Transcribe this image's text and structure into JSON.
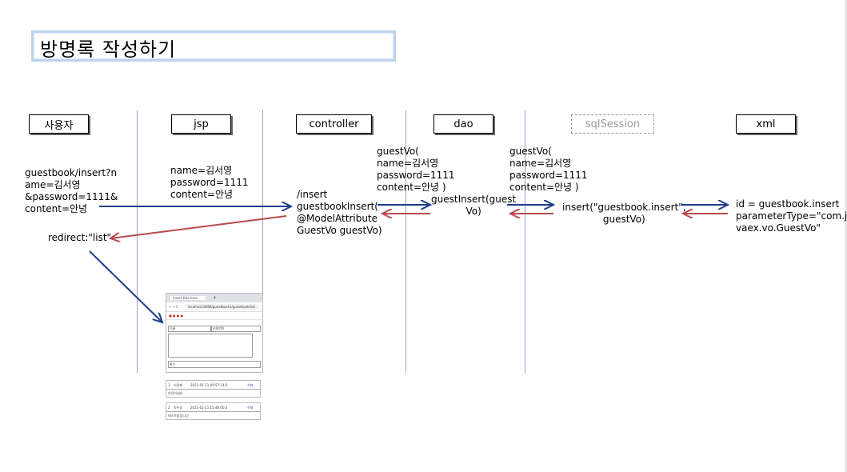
{
  "title": "방명록 작성하기",
  "lanes": [
    {
      "id": "user",
      "label": "사용자"
    },
    {
      "id": "jsp",
      "label": "jsp"
    },
    {
      "id": "controller",
      "label": "controller"
    },
    {
      "id": "dao",
      "label": "dao"
    },
    {
      "id": "sqlSession",
      "label": "sqlSession"
    },
    {
      "id": "xml",
      "label": "xml"
    }
  ],
  "labels": {
    "user_request": "guestbook/insert?n\name=김서영\n&password=1111&\ncontent=안녕",
    "jsp_params": "name=김서영\npassword=1111\ncontent=안녕",
    "controller_method": "/insert\nguestbookInsert(\n@ModelAttribute\nGuestVo guestVo)",
    "vo_to_dao": "guestVo(\nname=김서영\npassword=1111\ncontent=안녕 )",
    "dao_method": "guestInsert(guest\nVo)",
    "vo_to_session": "guestVo(\nname=김서영\npassword=1111\ncontent=안녕 )",
    "session_call": "insert(\"guestbook.insert\",\nguestVo)",
    "xml_mapping": "id = guestbook.insert\nparameterType=\"com.ja\nvaex.vo.GuestVo\"",
    "redirect": "redirect:\"list\""
  },
  "colors": {
    "forward": "#1f3c88",
    "back": "#b84a4a",
    "lane": "#8aa8d0",
    "title_border": "#bcd3ef"
  },
  "screenshot": {
    "tab_title": "Insert title here",
    "url": "localhost:8088/guestbook3/guestbook/list",
    "name_label": "이름",
    "password_label": "비밀번호",
    "confirm_button": "확인",
    "entries": [
      {
        "no": "1",
        "name": "이정재",
        "date": "2021-01-11 09:57:14.0",
        "delete": "삭제",
        "content": "안녕하세요"
      },
      {
        "no": "2",
        "name": "정우성",
        "date": "2021-01-11 15:48:00.0",
        "delete": "삭제",
        "content": "테스트중입니다"
      }
    ]
  }
}
